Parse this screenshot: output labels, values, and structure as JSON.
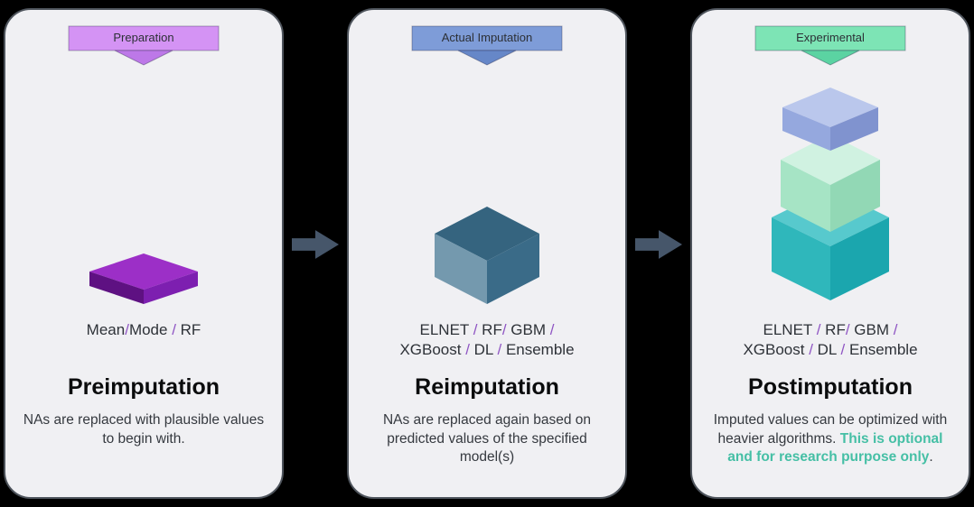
{
  "arrow": {
    "color": "#46566a"
  },
  "cards": [
    {
      "banner": {
        "label": "Preparation",
        "rect_fill": "#d493f4",
        "tri_fill": "#bd78e8"
      },
      "cube": {
        "top": "#9c2fc7",
        "left": "#5e1182",
        "right": "#7d1fb0"
      },
      "models": [
        "Mean",
        "/",
        "Mode",
        " / ",
        "RF"
      ],
      "title": "Preimputation",
      "desc": "NAs are replaced with plausible values to begin with."
    },
    {
      "banner": {
        "label": "Actual Imputation",
        "rect_fill": "#7e9cd8",
        "tri_fill": "#6687c8"
      },
      "cube": {
        "top": "#35647f",
        "left": "#7499ae",
        "right": "#3a6b88"
      },
      "models_line1": [
        "ELNET",
        " / ",
        "RF",
        "/ ",
        "GBM",
        " /"
      ],
      "models_line2": [
        "XGBoost",
        " / ",
        "DL",
        " / ",
        "Ensemble"
      ],
      "title": "Reimputation",
      "desc": "NAs are replaced again based on predicted values of the specified model(s)"
    },
    {
      "banner": {
        "label": "Experimental",
        "rect_fill": "#7de4b5",
        "tri_fill": "#5bd3a2"
      },
      "stack": {
        "blue": {
          "top": "#bac7ec",
          "left": "#95a8de",
          "right": "#8093cf"
        },
        "green": {
          "top": "#d0f2e1",
          "left": "#a6e4c5",
          "right": "#92d8b5"
        },
        "teal": {
          "top": "#57c9cd",
          "left": "#2fb7bb",
          "right": "#1ba6ae"
        }
      },
      "models_line1": [
        "ELNET",
        " / ",
        "RF",
        "/ ",
        "GBM",
        " /"
      ],
      "models_line2": [
        "XGBoost",
        " / ",
        "DL",
        " / ",
        "Ensemble"
      ],
      "title": "Postimputation",
      "desc_normal": "Imputed values can be optimized with heavier algorithms. ",
      "desc_highlight": "This is optional and for research purpose only",
      "desc_end": ".",
      "highlight_color": "#45bfa5"
    }
  ]
}
